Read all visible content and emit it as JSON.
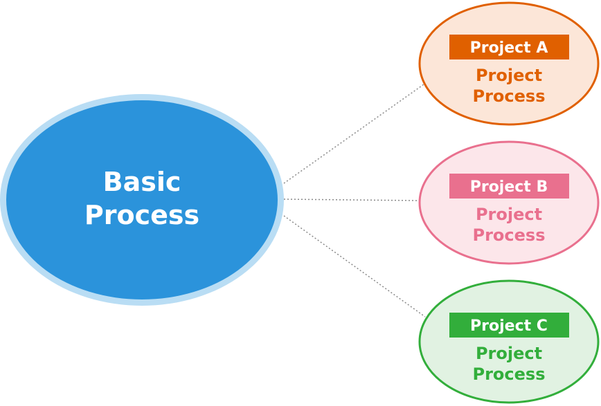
{
  "main": {
    "line1": "Basic",
    "line2": "Process",
    "fill": "#2b93db",
    "ring": "#b9ddf4"
  },
  "projects": [
    {
      "badge": "Project A",
      "line1": "Project",
      "line2": "Process",
      "accent": "#e06000",
      "bg": "#fce6d8"
    },
    {
      "badge": "Project B",
      "line1": "Project",
      "line2": "Process",
      "accent": "#e9708e",
      "bg": "#fce6ea"
    },
    {
      "badge": "Project C",
      "line1": "Project",
      "line2": "Process",
      "accent": "#32ae3b",
      "bg": "#e1f2e2"
    }
  ],
  "connector_color": "#888888"
}
